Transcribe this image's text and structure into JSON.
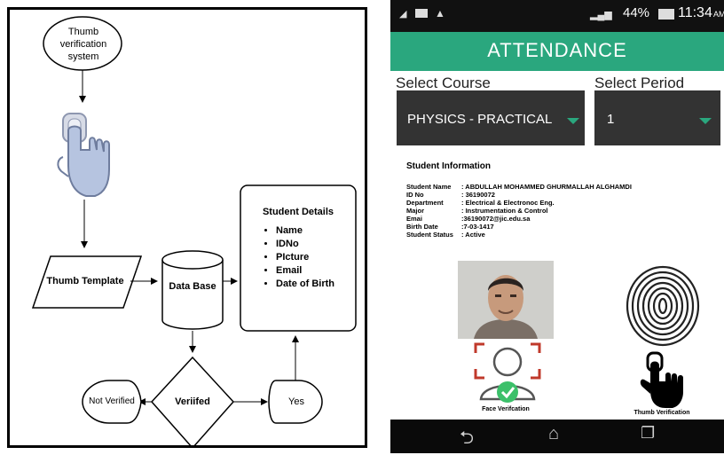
{
  "flowchart": {
    "start_node": [
      "Thumb",
      "verification",
      "system"
    ],
    "thumb_template": "Thumb Template",
    "data_base": "Data Base",
    "student_details_title": "Student Details",
    "student_details_items": [
      "Name",
      "IDNo",
      "PIcture",
      "Email",
      "Date of Birth"
    ],
    "decision": "Veriifed",
    "not_verified": "Not Verified",
    "yes": "Yes"
  },
  "statusbar": {
    "battery": "44%",
    "time": "11:34",
    "ampm": "AM"
  },
  "app": {
    "title": "ATTENDANCE",
    "select_course_label": "Select Course",
    "select_period_label": "Select Period",
    "course_value": "PHYSICS - PRACTICAL",
    "period_value": "1",
    "accent_color": "#2aa77e"
  },
  "student_info": {
    "heading": "Student Information",
    "rows": [
      {
        "key": "Student Name",
        "value": ": ABDULLAH MOHAMMED GHURMALLAH ALGHAMDI"
      },
      {
        "key": "ID No",
        "value": ": 36190072"
      },
      {
        "key": "Department",
        "value": ":  Electrical & Electronoc Eng."
      },
      {
        "key": "Major",
        "value": ": Instrumentation & Control"
      },
      {
        "key": "Emai",
        "value": ":36190072@jic.edu.sa"
      },
      {
        "key": "Birth Date",
        "value": ":7-03-1417"
      },
      {
        "key": "Student Status",
        "value": ": Active"
      }
    ]
  },
  "verification": {
    "face_caption": "Face Verifcation",
    "thumb_caption": "Thumb Verification"
  },
  "navbar": {
    "icons": [
      "back-icon",
      "home-icon",
      "recents-icon"
    ]
  }
}
